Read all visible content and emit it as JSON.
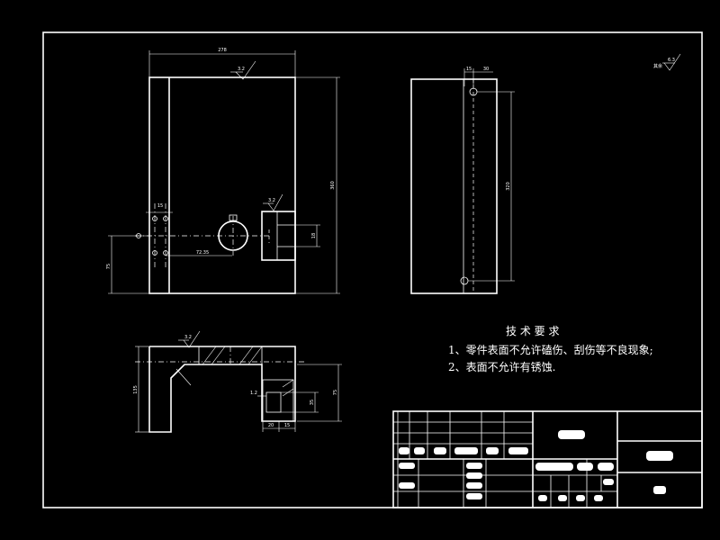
{
  "tech_requirements": {
    "heading": "技 术 要 求",
    "items": [
      "1、零件表面不允许磕伤、刮伤等不良现象;",
      "2、表面不允许有锈蚀."
    ]
  },
  "top_view": {
    "width_dim": "278",
    "height_dim": "360",
    "dim_small": "15",
    "dim_bottom_left": "75",
    "dim_offset": "72.35",
    "dim_right_small": "18",
    "roughness_top": "3.2",
    "roughness_block": "3.2"
  },
  "side_view": {
    "dim_top_a": "15",
    "dim_top_b": "30",
    "dim_height": "320"
  },
  "front_view": {
    "roughness": "3.2",
    "dim_left": "135",
    "dim_right": "75",
    "dim_inner": "35",
    "dim_b1": "20",
    "dim_b2": "15",
    "dim_chamfer": "1.2"
  },
  "general_roughness": {
    "label": "其余",
    "value": "6.3"
  }
}
